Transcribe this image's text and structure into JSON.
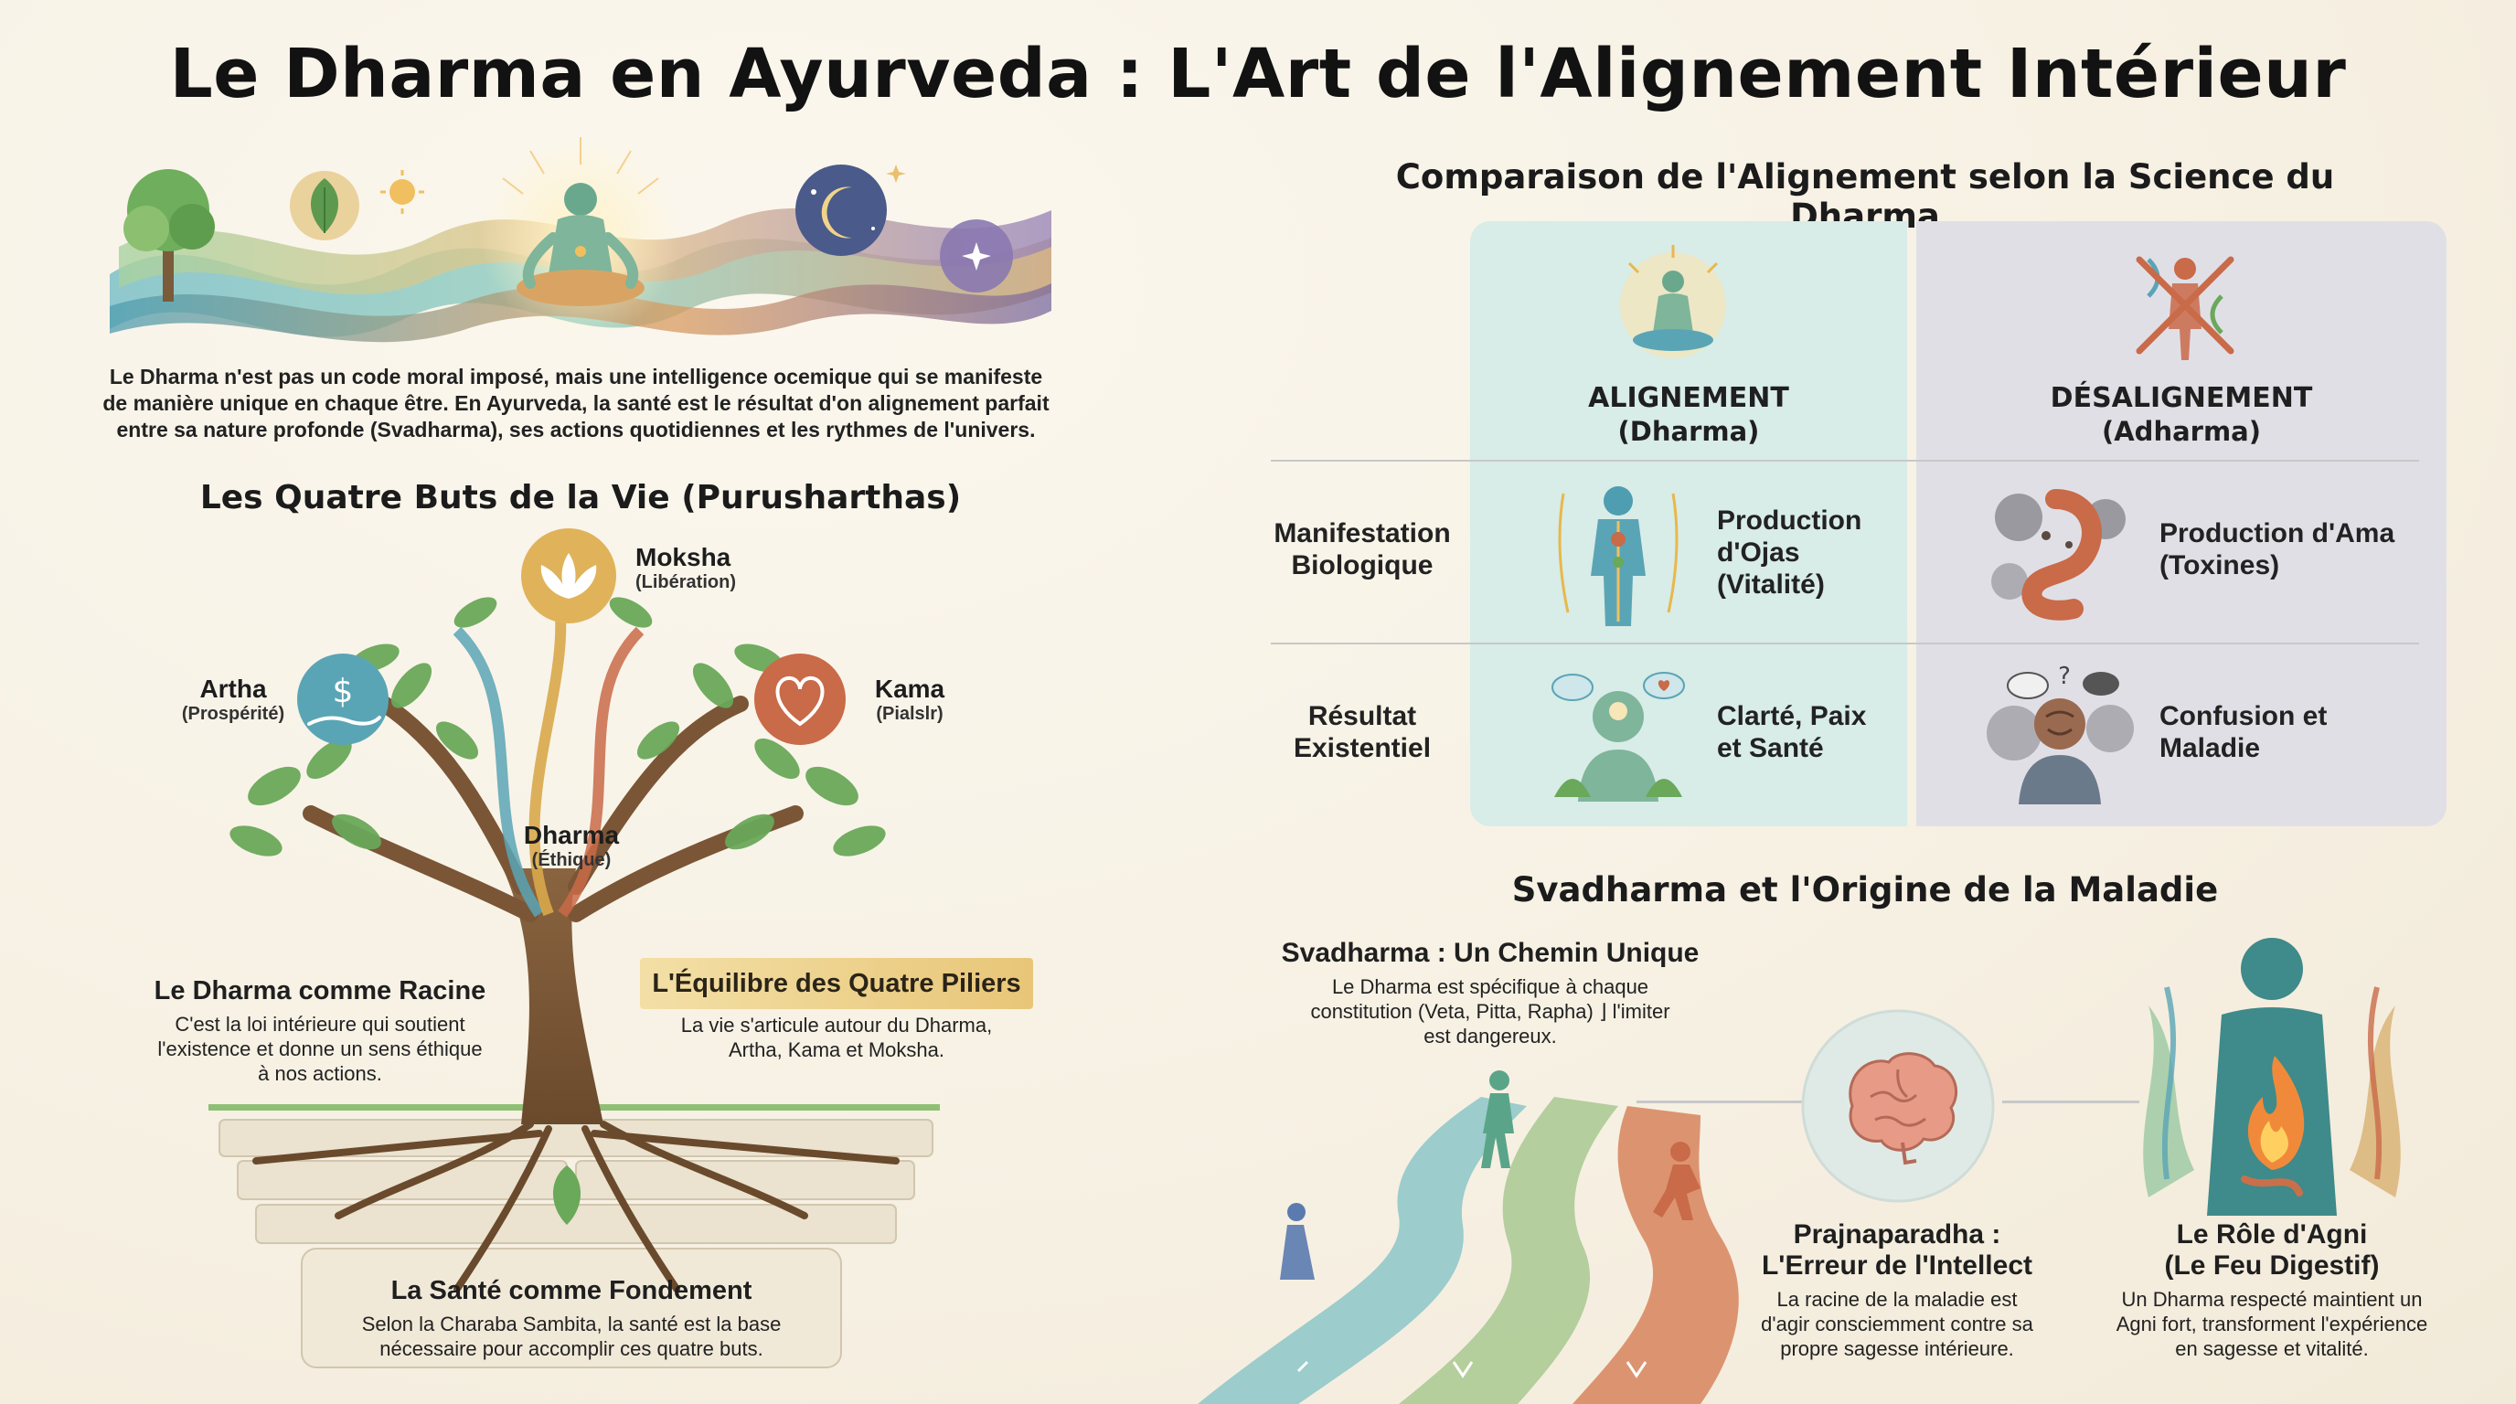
{
  "title": "Le Dharma en Ayurveda : L'Art de l'Alignement Intérieur",
  "intro": {
    "line1": "Le Dharma n'est pas un code moral imposé, mais une intelligence ocemique qui se manifeste",
    "line2": "de manière unique en chaque être. En Ayurveda, la santé est le résultat d'on alignement parfait",
    "line3": "entre sa nature profonde (Svadharma), ses actions quotidiennes et les rythmes de l'univers."
  },
  "purusharthas": {
    "heading": "Les Quatre Buts de la Vie (Purusharthas)",
    "moksha": {
      "name": "Moksha",
      "sub": "(Libération)"
    },
    "artha": {
      "name": "Artha",
      "sub": "(Prospérité)"
    },
    "kama": {
      "name": "Kama",
      "sub": "(Pialslr)"
    },
    "dharma": {
      "name": "Dharma",
      "sub": "(Éthique)"
    },
    "root": {
      "title": "Le Dharma comme Racine",
      "line1": "C'est la loi intérieure qui soutient",
      "line2": "l'existence et donne un sens éthique",
      "line3": "à nos actions."
    },
    "pillars": {
      "title": "L'Équilibre des Quatre Piliers",
      "line1": "La vie s'articule autour du Dharma,",
      "line2": "Artha, Kama et Moksha."
    },
    "foundation": {
      "title": "La Santé comme Fondement",
      "line1": "Selon la Charaba Sambita, la santé est la base",
      "line2": "nécessaire pour accomplir ces quatre buts."
    }
  },
  "comparison": {
    "heading": "Comparaison de l'Alignement selon la Science du Dharma",
    "col_a": {
      "title": "ALIGNEMENT",
      "sub": "(Dharma)"
    },
    "col_b": {
      "title": "DÉSALIGNEMENT",
      "sub": "(Adharma)"
    },
    "rows": [
      {
        "label_l1": "Manifestation",
        "label_l2": "Biologique",
        "a_l1": "Production",
        "a_l2": "d'Ojas",
        "a_l3": "(Vitalité)",
        "b_l1": "Production d'Ama",
        "b_l2": "(Toxines)"
      },
      {
        "label_l1": "Résultat",
        "label_l2": "Existentiel",
        "a_l1": "Clarté, Paix",
        "a_l2": "et Santé",
        "b_l1": "Confusion et",
        "b_l2": "Maladie"
      }
    ]
  },
  "svadharma": {
    "heading": "Svadharma et l'Origine de la Maladie",
    "path": {
      "title": "Svadharma : Un Chemin Unique",
      "line1": "Le Dharma est spécifique à chaque",
      "line2": "constitution (Veta, Pitta, Rapha) ⌋ l'imiter",
      "line3": "est dangereux."
    },
    "prajna": {
      "title1": "Prajnaparadha :",
      "title2": "L'Erreur de l'Intellect",
      "line1": "La racine de la maladie est",
      "line2": "d'agir consciemment contre sa",
      "line3": "propre sagesse intérieure."
    },
    "agni": {
      "title1": "Le Rôle d'Agni",
      "title2": "(Le Feu Digestif)",
      "line1": "Un Dharma respecté maintient un",
      "line2": "Agni fort, transforment l'expérience",
      "line3": "en sagesse et vitalité."
    }
  },
  "icons": [
    "tree-icon",
    "leaf-icon",
    "sun-icon",
    "meditation-icon",
    "moon-icon",
    "star-icon",
    "lotus-icon",
    "dollar-hand-icon",
    "heart-icon",
    "body-ojas-icon",
    "stomach-toxin-icon",
    "head-clarity-icon",
    "head-confusion-icon",
    "brain-icon",
    "digestive-fire-icon",
    "crossed-figure-icon",
    "walker-icon",
    "runner-icon"
  ],
  "colors": {
    "align_panel": "#d8ece8",
    "misalign_panel": "#e1dfe6",
    "gold": "#d8a94a",
    "teal": "#5aa5b5",
    "terracotta": "#c96a48",
    "green": "#6aa85a"
  }
}
